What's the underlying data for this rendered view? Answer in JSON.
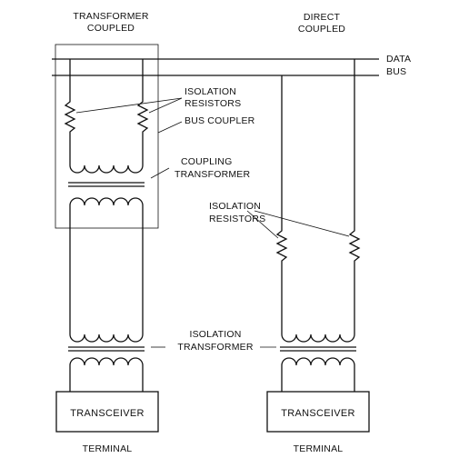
{
  "headers": {
    "transformer_coupled": [
      "TRANSFORMER",
      "COUPLED"
    ],
    "direct_coupled": [
      "DIRECT",
      "COUPLED"
    ]
  },
  "bus": {
    "label": [
      "DATA",
      "BUS"
    ]
  },
  "labels": {
    "isolation_resistors_top": [
      "ISOLATION",
      "RESISTORS"
    ],
    "bus_coupler": "BUS COUPLER",
    "coupling_transformer": [
      "COUPLING",
      "TRANSFORMER"
    ],
    "isolation_resistors_right": [
      "ISOLATION",
      "RESISTORS"
    ],
    "isolation_transformer": [
      "ISOLATION",
      "TRANSFORMER"
    ]
  },
  "terminals": {
    "left": {
      "box": "TRANSCEIVER",
      "caption": "TERMINAL"
    },
    "right": {
      "box": "TRANSCEIVER",
      "caption": "TERMINAL"
    }
  },
  "colors": {
    "ink": "#111111",
    "background": "#ffffff"
  }
}
